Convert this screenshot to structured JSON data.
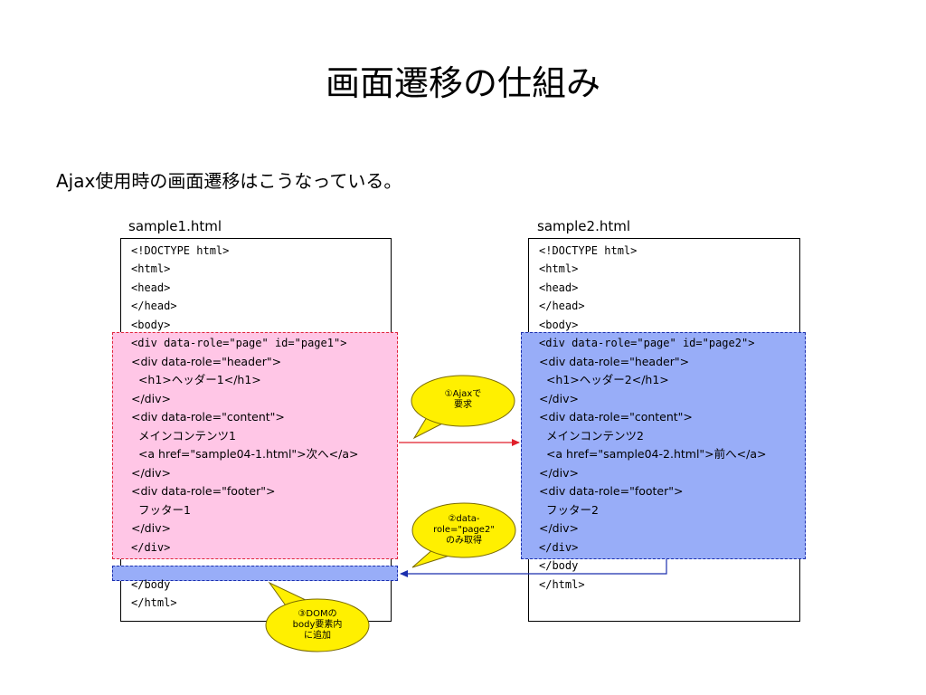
{
  "title": "画面遷移の仕組み",
  "subtitle": "Ajax使用時の画面遷移はこうなっている。",
  "left_file": {
    "name": "sample1.html",
    "lines": [
      "<!DOCTYPE html>",
      "<html>",
      "<head>",
      "</head>",
      "<body>",
      "<div data-role=\"page\" id=\"page1\">",
      "<div data-role=\"header\">",
      "  <h1>ヘッダー1</h1>",
      "</div>",
      "<div data-role=\"content\">",
      "  メインコンテンツ1",
      "  <a href=\"sample04-1.html\">次へ</a>",
      "</div>",
      "<div data-role=\"footer\">",
      "  フッター1",
      "</div>",
      "</div>",
      "",
      "</body",
      "</html>"
    ]
  },
  "right_file": {
    "name": "sample2.html",
    "lines": [
      "<!DOCTYPE html>",
      "<html>",
      "<head>",
      "</head>",
      "<body>",
      "<div data-role=\"page\" id=\"page2\">",
      "<div data-role=\"header\">",
      "  <h1>ヘッダー2</h1>",
      "</div>",
      "<div data-role=\"content\">",
      "  メインコンテンツ2",
      "  <a href=\"sample04-2.html\">前へ</a>",
      "</div>",
      "<div data-role=\"footer\">",
      "  フッター2",
      "</div>",
      "</div>",
      "</body",
      "</html>"
    ]
  },
  "callouts": {
    "step1": [
      "①Ajaxで",
      "要求"
    ],
    "step2": [
      "②data-",
      "role=\"page2\"",
      "のみ取得"
    ],
    "step3": [
      "③DOMの",
      "body要素内",
      "に追加"
    ]
  },
  "colors": {
    "pink_fill": "#ffc6e6",
    "pink_border": "#e0243c",
    "blue_fill": "#98adf8",
    "blue_border": "#1b2fae",
    "callout_fill": "#fff000",
    "arrow_red": "#e01f2a",
    "arrow_blue": "#1b2fae"
  }
}
